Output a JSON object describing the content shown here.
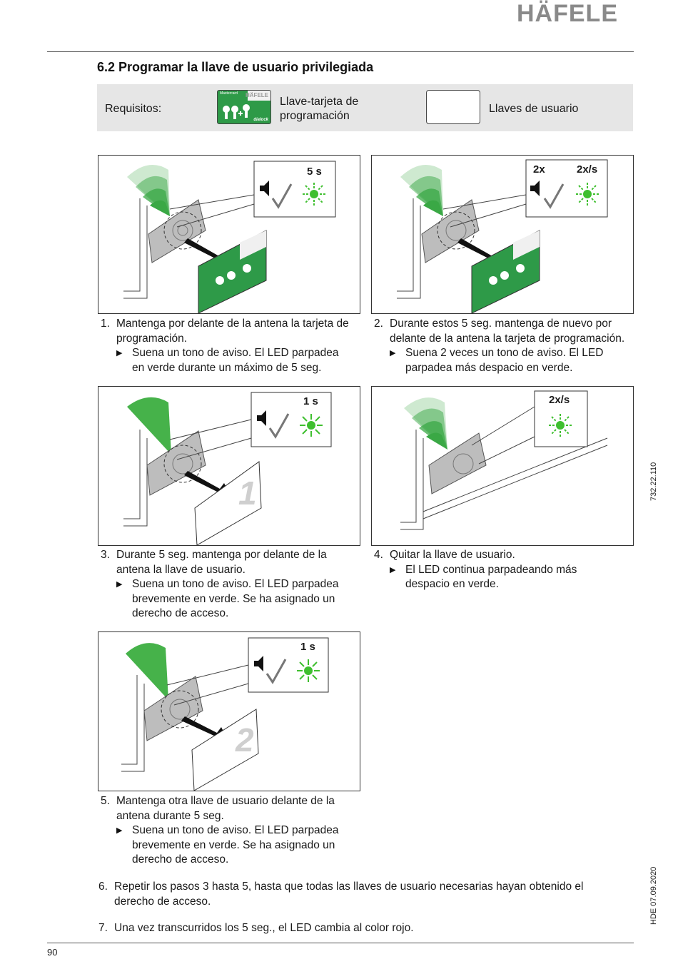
{
  "header": {
    "brand": "HÄFELE"
  },
  "section": {
    "title": "6.2  Programar la llave de usuario privilegiada"
  },
  "requirements": {
    "label": "Requisitos:",
    "item1_line1": "Llave-tarjeta de",
    "item1_line2": "programación",
    "item2": "Llaves de usuario",
    "card_text_top": "Mastercard",
    "card_brand": "HÄFELE",
    "card_logo": "dialock"
  },
  "figures": {
    "f1": {
      "timer": "5 s"
    },
    "f2": {
      "count": "2x",
      "rate": "2x/s"
    },
    "f3": {
      "timer": "1 s",
      "card_number": "1"
    },
    "f4": {
      "rate": "2x/s"
    },
    "f5": {
      "timer": "1 s",
      "card_number": "2"
    }
  },
  "steps": [
    {
      "num": "1.",
      "line1": "Mantenga por delante de la antena la tarjeta de",
      "line2": "programación.",
      "result1": "Suena un tono de aviso. El LED parpadea",
      "result2": "en verde durante un máximo de 5 seg."
    },
    {
      "num": "2.",
      "line1": "Durante estos 5 seg. mantenga de nuevo por",
      "line2": "delante de la antena la tarjeta de programación.",
      "result1": "Suena 2 veces un tono de aviso. El LED",
      "result2": "parpadea más despacio en verde."
    },
    {
      "num": "3.",
      "line1": "Durante 5 seg. mantenga por delante de la",
      "line2": "antena la llave de usuario.",
      "result1": "Suena un tono de aviso. El LED parpadea",
      "result2": "brevemente en verde. Se ha asignado un",
      "result3": "derecho de acceso."
    },
    {
      "num": "4.",
      "line1": "Quitar la llave de usuario.",
      "result1": "El LED continua parpadeando más",
      "result2": "despacio en verde."
    },
    {
      "num": "5.",
      "line1": "Mantenga otra llave de usuario delante de la",
      "line2": "antena durante 5 seg.",
      "result1": "Suena un tono de aviso. El LED parpadea",
      "result2": "brevemente en verde. Se ha asignado un",
      "result3": "derecho de acceso."
    },
    {
      "num": "6.",
      "line1": "Repetir los pasos 3 hasta 5, hasta que todas las llaves de usuario necesarias hayan obtenido el",
      "line2": "derecho de acceso."
    },
    {
      "num": "7.",
      "line1": "Una vez transcurridos los 5 seg., el LED cambia al color rojo."
    }
  ],
  "side": {
    "doc_number": "732.22.110",
    "doc_date": "HDE 07.09.2020"
  },
  "footer": {
    "page_number": "90"
  },
  "colors": {
    "green": "#2e9a48",
    "led_green": "#3fbf2f",
    "gray_bar": "#e6e6e6"
  }
}
